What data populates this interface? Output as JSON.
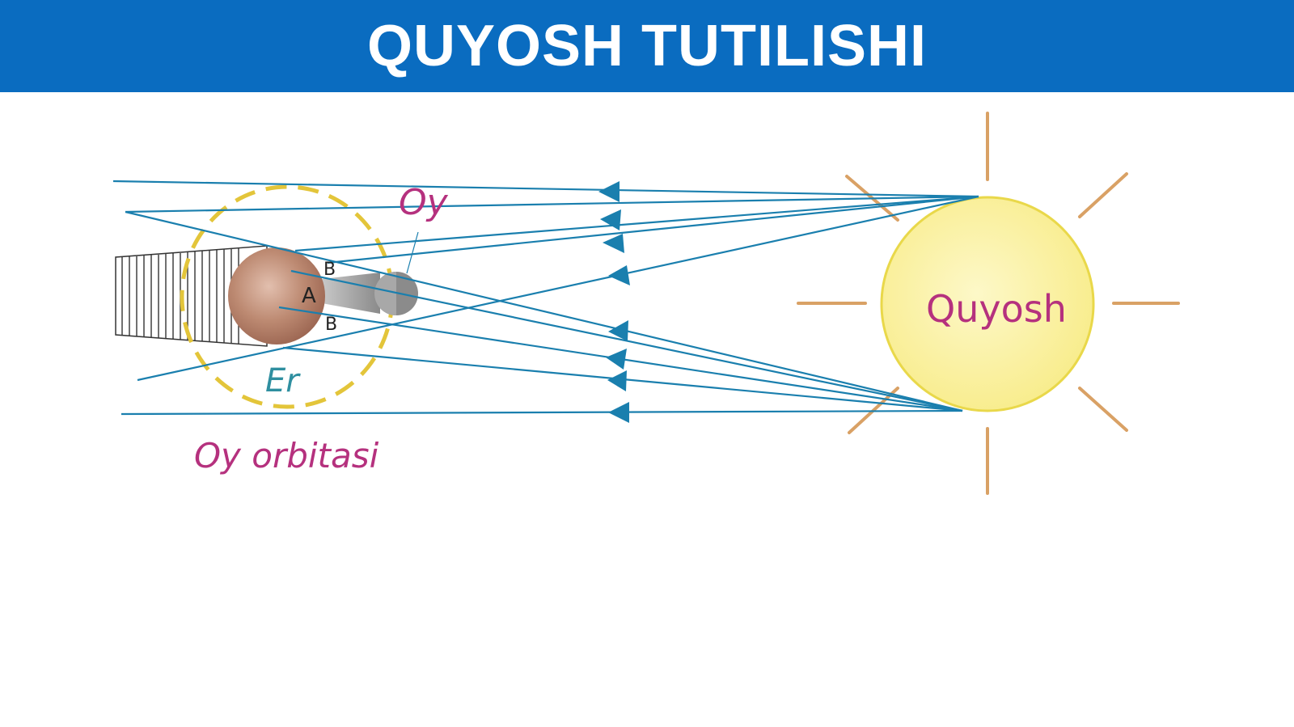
{
  "header": {
    "title": "QUYOSH TUTILISHI"
  },
  "diagram": {
    "labels": {
      "sun": "Quyosh",
      "moon": "Oy",
      "earth": "Er",
      "moon_orbit": "Oy orbitasi",
      "point_a": "A",
      "point_b_top": "B",
      "point_b_bottom": "B"
    },
    "colors": {
      "header_bg": "#0a6cc0",
      "ray": "#1a7fae",
      "sun_fill": "#fbf3a6",
      "sun_stroke": "#e9d84a",
      "sun_rays": "#d9a165",
      "earth": "#b8826a",
      "orbit": "#e3c53a",
      "label_pink": "#b5317e",
      "label_teal": "#2f8fa0"
    }
  }
}
